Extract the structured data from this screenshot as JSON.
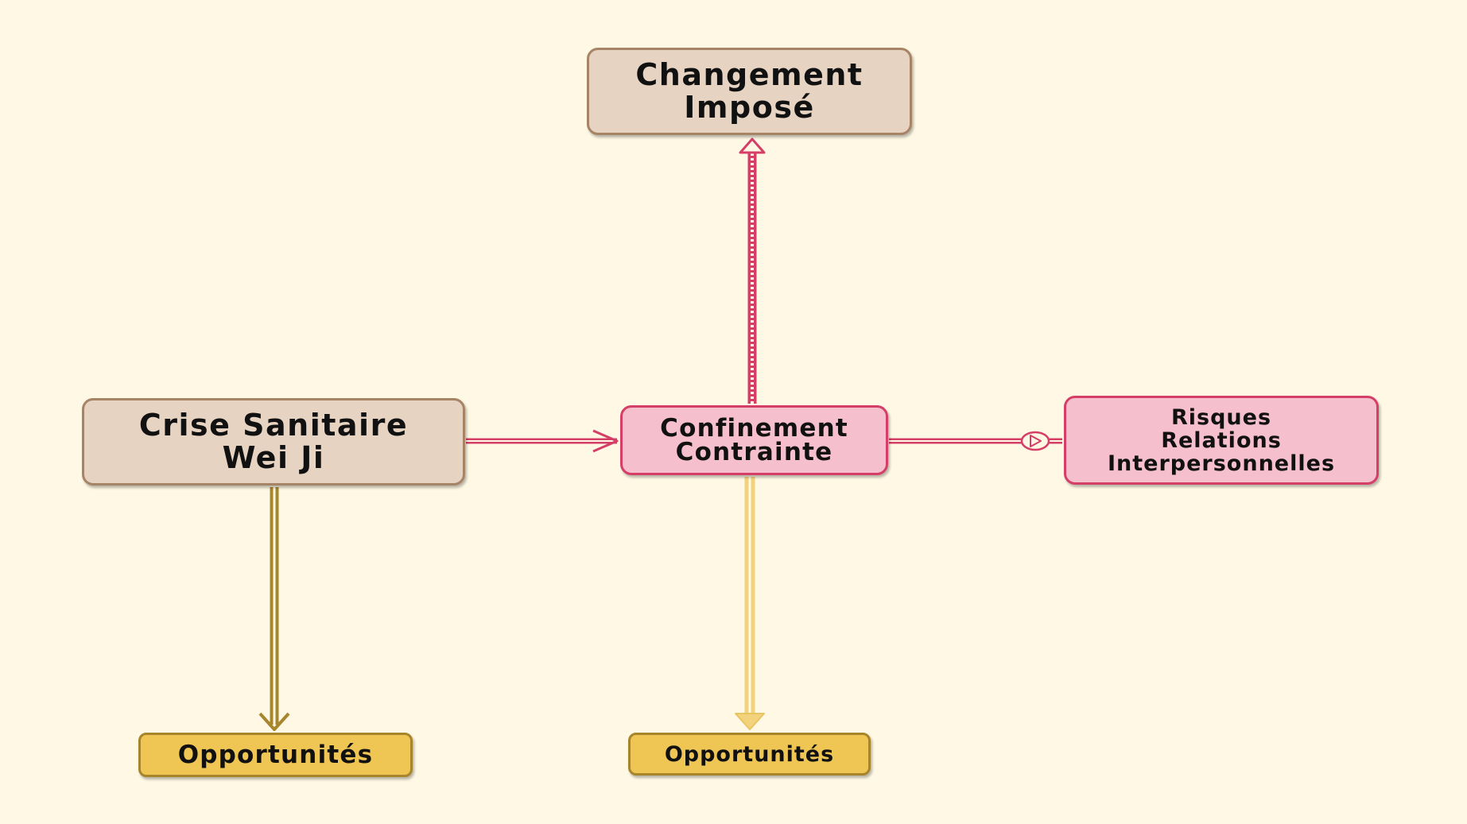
{
  "colors": {
    "background": "#fef8e4",
    "tan_fill": "#e6d3c2",
    "tan_border": "#a78466",
    "pink_fill": "#f6bfcd",
    "pink_border": "#d43e67",
    "gold_fill": "#efc653",
    "gold_border": "#a8852a",
    "gold_dark_link": "#a8862d",
    "gold_light_link": "#f3d27c"
  },
  "nodes": {
    "changement": {
      "line1": "Changement",
      "line2": "Imposé"
    },
    "crise": {
      "line1": "Crise Sanitaire",
      "line2": "Wei Ji"
    },
    "confinement": {
      "line1": "Confinement",
      "line2": "Contrainte"
    },
    "risques": {
      "line1": "Risques",
      "line2": "Relations",
      "line3": "Interpersonnelles"
    },
    "opp1": {
      "label": "Opportunités"
    },
    "opp2": {
      "label": "Opportunités"
    }
  }
}
